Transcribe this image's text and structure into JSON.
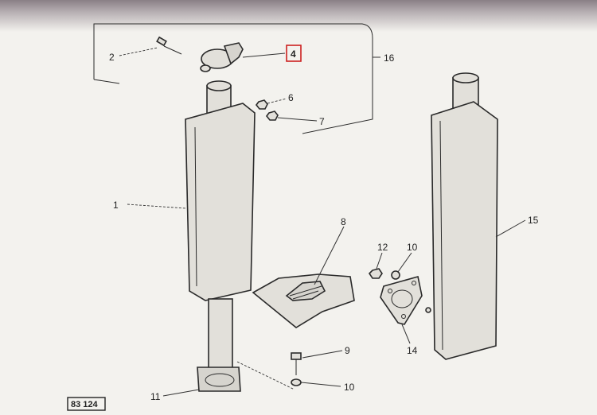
{
  "callouts": {
    "c1": "1",
    "c2": "2",
    "c4": "4",
    "c6": "6",
    "c7": "7",
    "c8": "8",
    "c9": "9",
    "c10a": "10",
    "c10b": "10",
    "c11": "11",
    "c12": "12",
    "c14": "14",
    "c15": "15",
    "c16": "16"
  },
  "figure_number": "83 124",
  "highlight_color": "#cc2020"
}
